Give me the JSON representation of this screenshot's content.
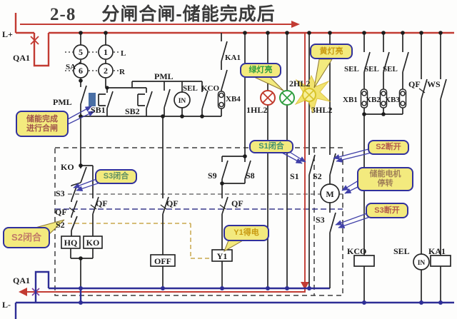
{
  "title": {
    "number": "2-8",
    "text": "分闸合闸-储能完成后"
  },
  "power": {
    "l_plus": "L+",
    "l_minus": "L-",
    "qa1_top": "QA1",
    "qa1_bottom": "QA1"
  },
  "selector": {
    "sa": "SA",
    "c5": "5",
    "c1": "1",
    "c6": "6",
    "c2": "2",
    "l": "L",
    "r": "R"
  },
  "top_row": {
    "pml_left": "PML",
    "sb1": "SB1",
    "sb2": "SB2",
    "pml_top": "PML",
    "sel_top": "SEL",
    "kco_top": "KCO",
    "in_top": "IN",
    "xb4": "XB4",
    "ka1_top": "KA1"
  },
  "lamps": {
    "hl1": "1HL2",
    "hl2": "2HL2",
    "hl3": "3HL2"
  },
  "right_top": {
    "sel1": "SEL",
    "sel2": "SEL",
    "sel3": "SEL",
    "qf": "QF",
    "ws": "WS",
    "xb1": "XB1",
    "xb2": "XB2",
    "xb3": "XB3"
  },
  "box_left": {
    "ko": "KO",
    "s3": "S3",
    "qf_a": "QF",
    "qf_b": "QF",
    "s2": "S2",
    "hq_box": "HQ",
    "ko_box": "KO"
  },
  "box_mid": {
    "s9": "S9",
    "s8": "S8",
    "qf_c": "QF",
    "qf_d": "QF",
    "off_box": "OFF",
    "y1_box": "Y1"
  },
  "motor_col": {
    "s1": "S1",
    "s2": "S2",
    "m": "M",
    "s3": "S3"
  },
  "bottom_right": {
    "kco": "KCO",
    "sel": "SEL",
    "in": "IN",
    "ka1": "KA1"
  },
  "callouts": {
    "cn_complete": {
      "lines": [
        "储能完成",
        "进行合闸"
      ]
    },
    "s3_close": "S3闭合",
    "s2_close": "S2闭合",
    "green_on": "绿灯亮",
    "yellow_on": "黄灯亮",
    "s1_close": "S1闭合",
    "s2_open": "S2断开",
    "motor_stop": {
      "lines": [
        "储能电机",
        "停转"
      ]
    },
    "s3_open": "S3断开",
    "y1_power": "Y1得电"
  },
  "colors": {
    "red_bus": "#c23b33",
    "blue_bus": "#2e2e96",
    "callout_bg": "#f3ea7e",
    "callout_border": "#31319c",
    "green_lamp": "#2f9e3f",
    "red_lamp": "#c0392b",
    "yellow_glow": "#f0df55",
    "sb1_highlight": "#4a6fa5"
  }
}
